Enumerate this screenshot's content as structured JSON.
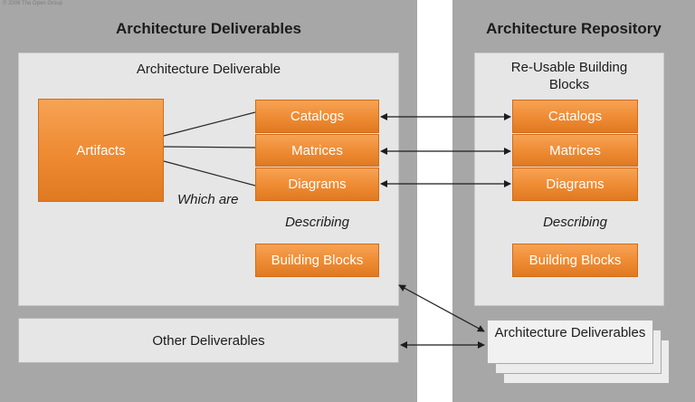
{
  "copyright": "© 2008 The Open Group",
  "left_panel": {
    "title": "Architecture Deliverables",
    "deliverable_box": {
      "title": "Architecture Deliverable",
      "artifacts": "Artifacts",
      "catalogs": "Catalogs",
      "matrices": "Matrices",
      "diagrams": "Diagrams",
      "which_are": "Which are",
      "describing": "Describing",
      "building_blocks": "Building Blocks"
    },
    "other_deliverables": "Other Deliverables"
  },
  "right_panel": {
    "title": "Architecture Repository",
    "reusable_box": {
      "title": "Re-Usable Building Blocks",
      "catalogs": "Catalogs",
      "matrices": "Matrices",
      "diagrams": "Diagrams",
      "describing": "Describing",
      "building_blocks": "Building Blocks"
    },
    "architecture_deliverables": "Architecture Deliverables"
  },
  "colors": {
    "panel": "#a7a7a7",
    "inner": "#e6e6e6",
    "orange": "#ee8a32",
    "text": "#1c1c1c"
  }
}
